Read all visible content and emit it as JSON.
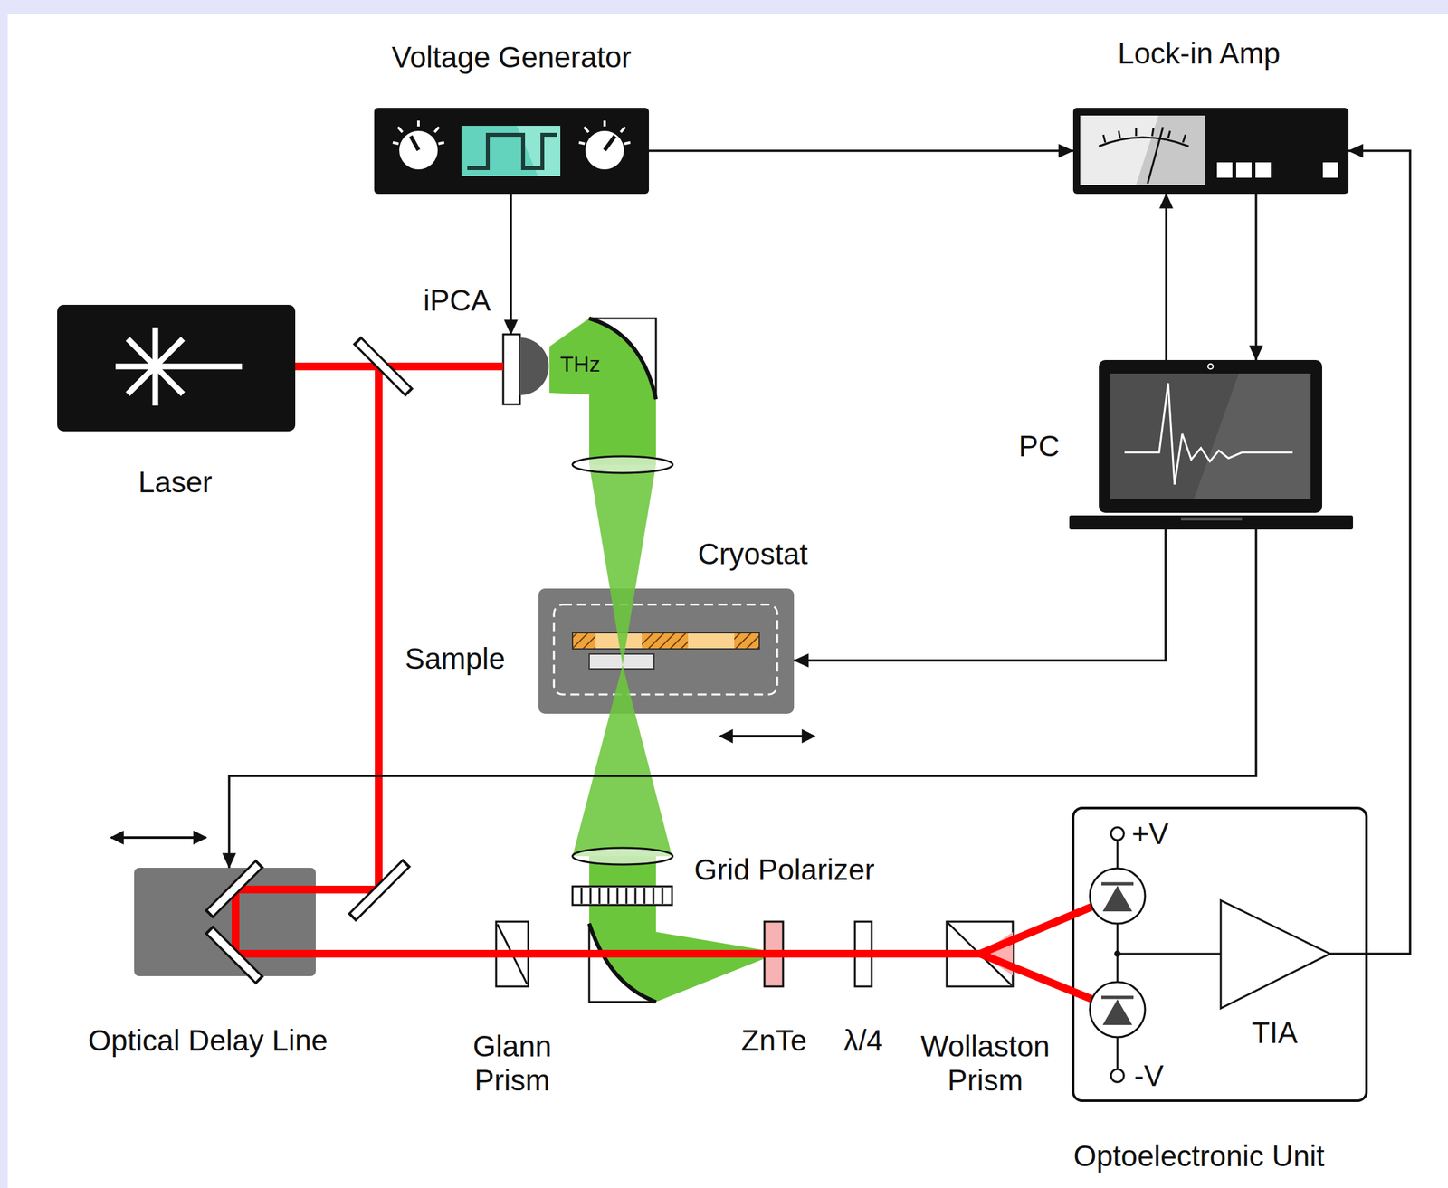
{
  "diagram": {
    "nodes": [
      {
        "text": [
          "Voltage Generator"
        ]
      },
      {
        "text": [
          "Lock-in Amp"
        ]
      },
      {
        "text": [
          "Laser"
        ]
      },
      {
        "text": [
          "iPCA"
        ]
      },
      {
        "text": [
          "PC"
        ]
      },
      {
        "text": [
          "Cryostat"
        ]
      },
      {
        "text": [
          "Optical Delay Line"
        ]
      },
      {
        "text": [
          "Glann Prism"
        ]
      },
      {
        "text": [
          "Grid Polarizer"
        ]
      },
      {
        "text": [
          "ZnTe"
        ]
      },
      {
        "text": [
          "λ/4"
        ]
      },
      {
        "text": [
          "Wollaston Prism"
        ]
      },
      {
        "text": [
          "Optoelectronic Unit"
        ]
      },
      {
        "text": [
          "TIA"
        ],
        "in": 12
      }
    ],
    "edges": [
      {
        "from": 0,
        "to": 1,
        "arrow": "to"
      },
      {
        "from": 0,
        "to": 3,
        "arrow": "to"
      },
      {
        "from": 4,
        "to": 1,
        "arrow": "to"
      },
      {
        "from": 1,
        "to": 4,
        "arrow": "to"
      },
      {
        "from": 4,
        "to": 5,
        "arrow": "to"
      },
      {
        "from": 4,
        "to": 6,
        "arrow": "to"
      },
      {
        "from": 13,
        "to": 1,
        "arrow": "to"
      }
    ],
    "labels": [
      "THz",
      "Sample",
      "+V",
      "-V"
    ]
  }
}
